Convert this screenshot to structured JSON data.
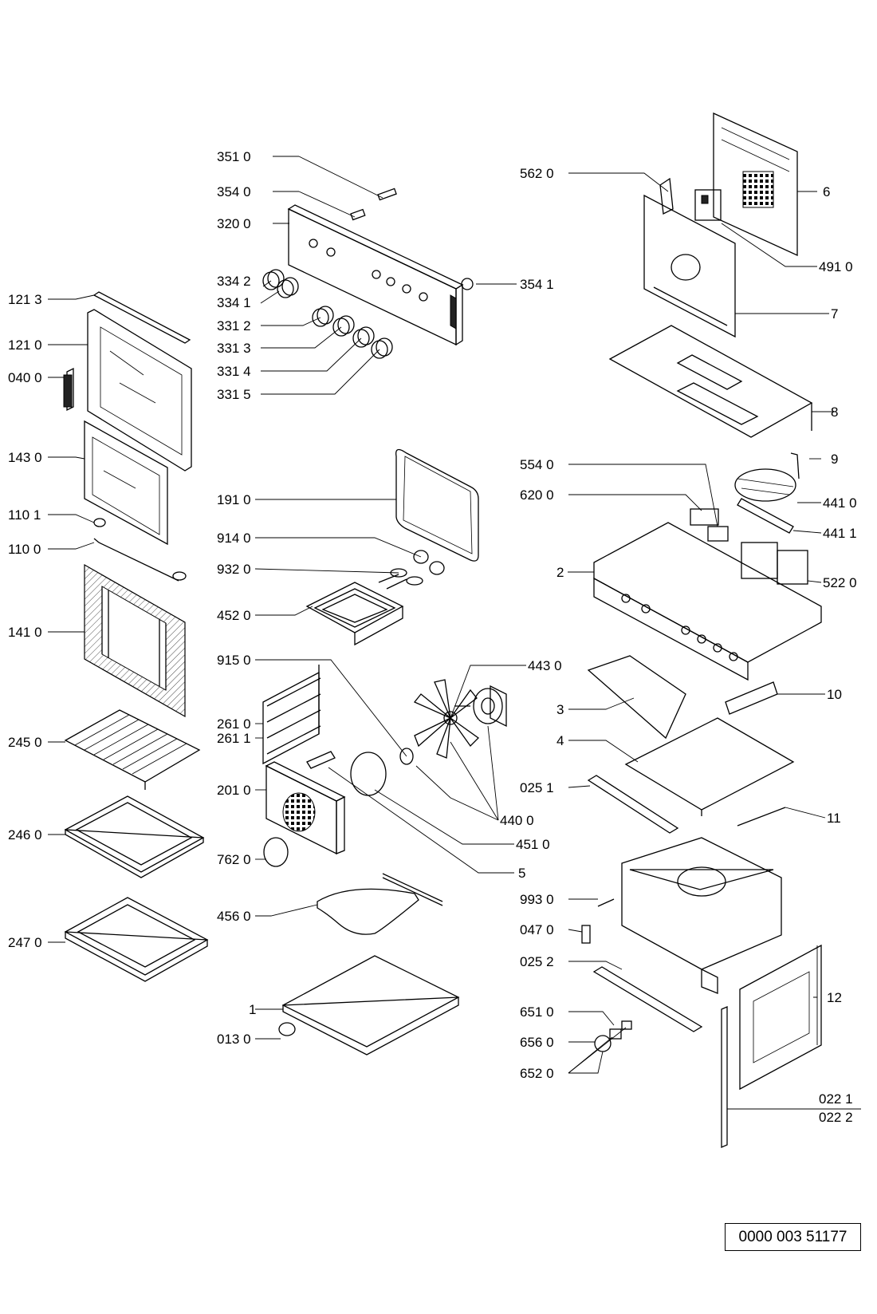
{
  "document_number": "0000 003 51177",
  "callouts": [
    "351 0",
    "354 0",
    "320 0",
    "334 2",
    "334 1",
    "354 1",
    "331 2",
    "331 3",
    "331 4",
    "331 5",
    "121 3",
    "121 0",
    "040 0",
    "143 0",
    "110 1",
    "110 0",
    "141 0",
    "245 0",
    "246 0",
    "247 0",
    "191 0",
    "914 0",
    "932 0",
    "452 0",
    "915 0",
    "261 0",
    "261 1",
    "201 0",
    "762 0",
    "456 0",
    "1",
    "013 0",
    "443 0",
    "440 0",
    "451 0",
    "5",
    "562 0",
    "6",
    "491 0",
    "7",
    "8",
    "554 0",
    "620 0",
    "9",
    "441 0",
    "441 1",
    "2",
    "522 0",
    "3",
    "10",
    "4",
    "025 1",
    "11",
    "993 0",
    "047 0",
    "025 2",
    "651 0",
    "656 0",
    "652 0",
    "12",
    "022 1",
    "022 2"
  ]
}
